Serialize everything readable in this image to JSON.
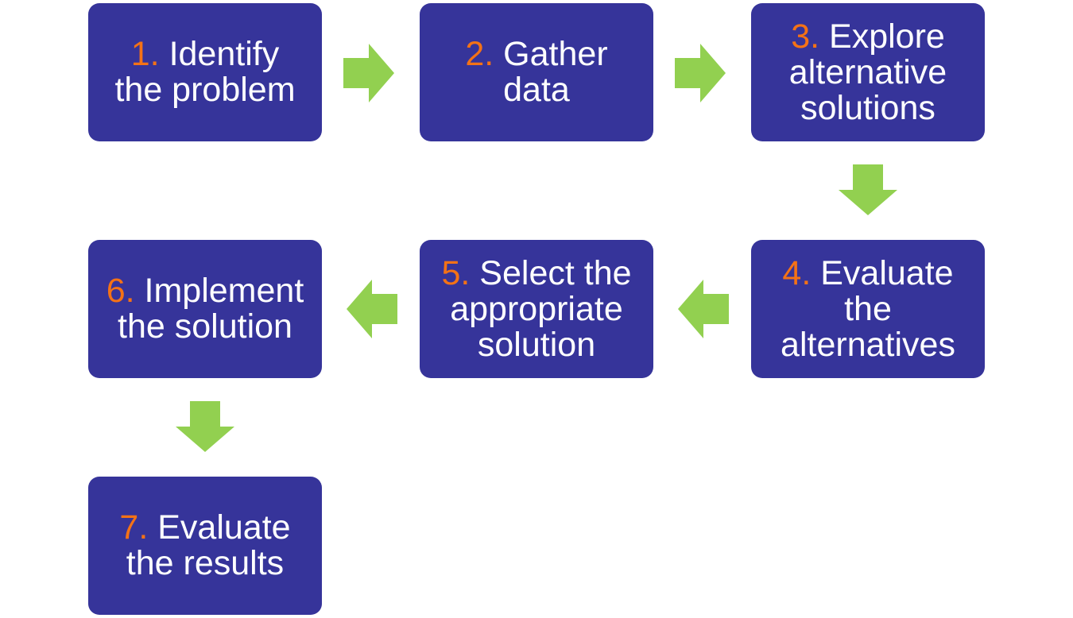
{
  "colors": {
    "box_fill": "#36349a",
    "number_text": "#f47216",
    "body_text": "#ffffff",
    "arrow_fill": "#92d050"
  },
  "steps": [
    {
      "number": "1.",
      "line1": " Identify",
      "line2": "the problem",
      "line3": ""
    },
    {
      "number": "2.",
      "line1": " Gather",
      "line2": "data",
      "line3": ""
    },
    {
      "number": "3.",
      "line1": " Explore",
      "line2": "alternative",
      "line3": "solutions"
    },
    {
      "number": "4.",
      "line1": " Evaluate",
      "line2": "the",
      "line3": "alternatives"
    },
    {
      "number": "5.",
      "line1": " Select the",
      "line2": "appropriate",
      "line3": "solution"
    },
    {
      "number": "6.",
      "line1": " Implement",
      "line2": "the solution",
      "line3": ""
    },
    {
      "number": "7.",
      "line1": " Evaluate",
      "line2": "the results",
      "line3": ""
    }
  ],
  "arrows": [
    {
      "from": "1",
      "to": "2",
      "direction": "right"
    },
    {
      "from": "2",
      "to": "3",
      "direction": "right"
    },
    {
      "from": "3",
      "to": "4",
      "direction": "down"
    },
    {
      "from": "4",
      "to": "5",
      "direction": "left"
    },
    {
      "from": "5",
      "to": "6",
      "direction": "left"
    },
    {
      "from": "6",
      "to": "7",
      "direction": "down"
    }
  ]
}
